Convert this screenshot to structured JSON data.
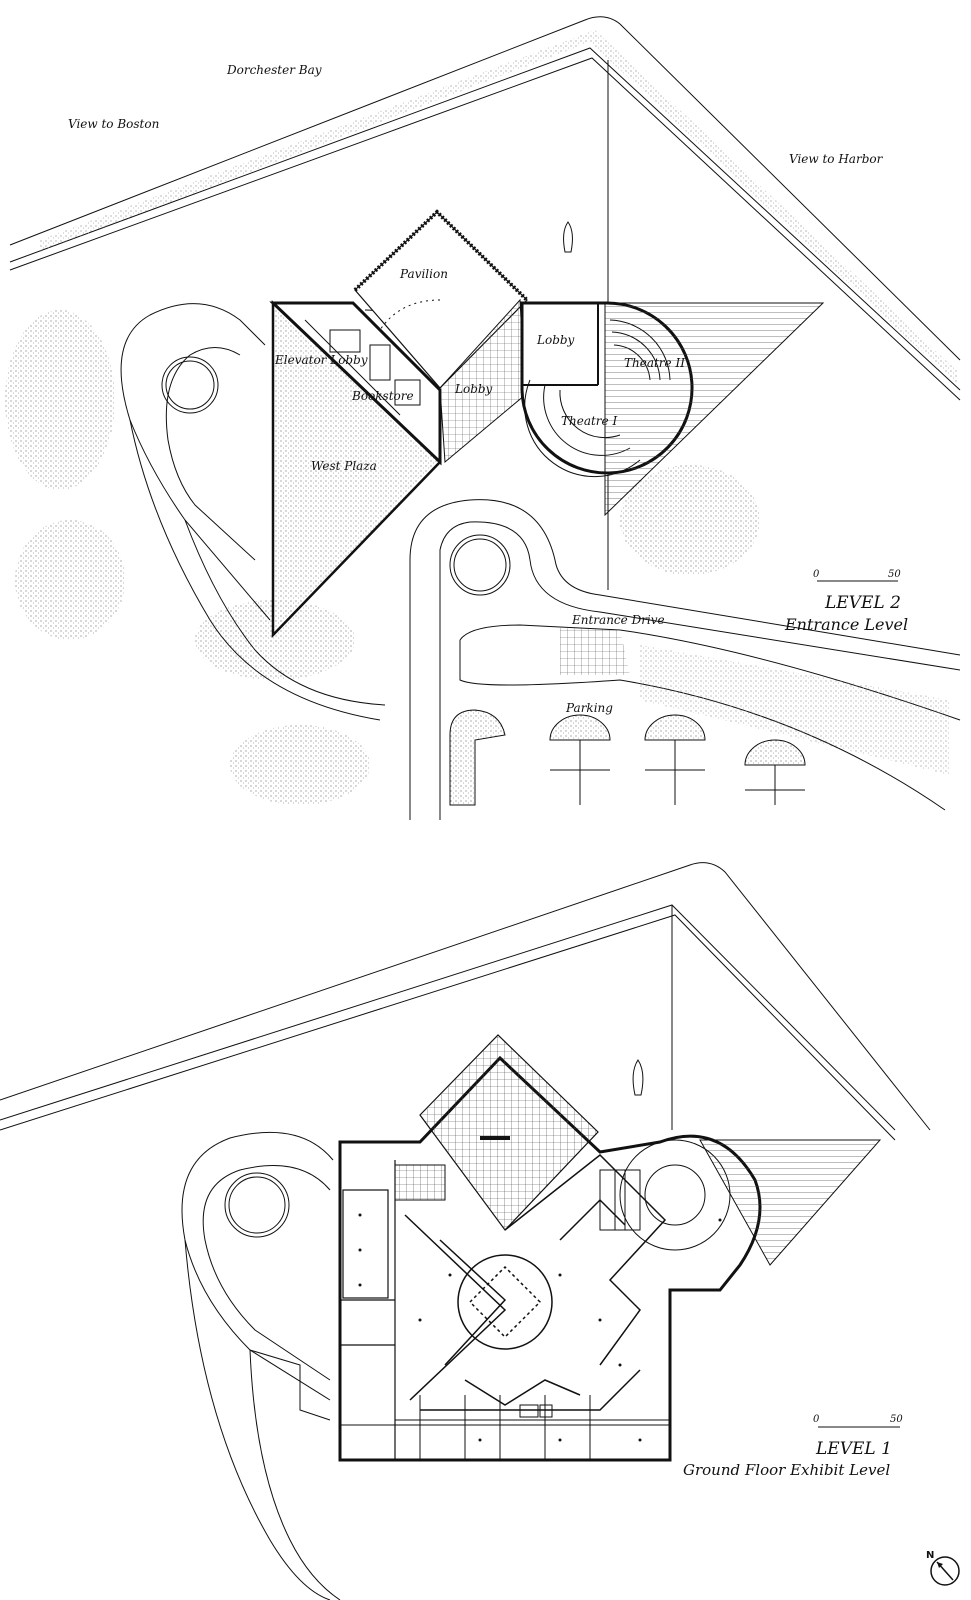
{
  "level2": {
    "labels": {
      "dorchester_bay": "Dorchester Bay",
      "view_boston": "View to Boston",
      "view_harbor": "View to Harbor",
      "pavilion": "Pavilion",
      "elevator_lobby": "Elevator Lobby",
      "bookstore": "Bookstore",
      "lobby_center": "Lobby",
      "lobby_right": "Lobby",
      "theatre_1": "Theatre I",
      "theatre_2": "Theatre II",
      "west_plaza": "West Plaza",
      "entrance_drive": "Entrance Drive",
      "parking": "Parking"
    },
    "scale": {
      "start": "0",
      "end": "50"
    },
    "title": "LEVEL 2",
    "subtitle": "Entrance Level"
  },
  "level1": {
    "scale": {
      "start": "0",
      "end": "50"
    },
    "title": "LEVEL 1",
    "subtitle": "Ground Floor Exhibit Level"
  },
  "north_arrow": {
    "label": "N",
    "icon": "north-arrow-icon"
  },
  "colors": {
    "ink": "#111111",
    "paper": "#ffffff",
    "tree": "#888888"
  }
}
